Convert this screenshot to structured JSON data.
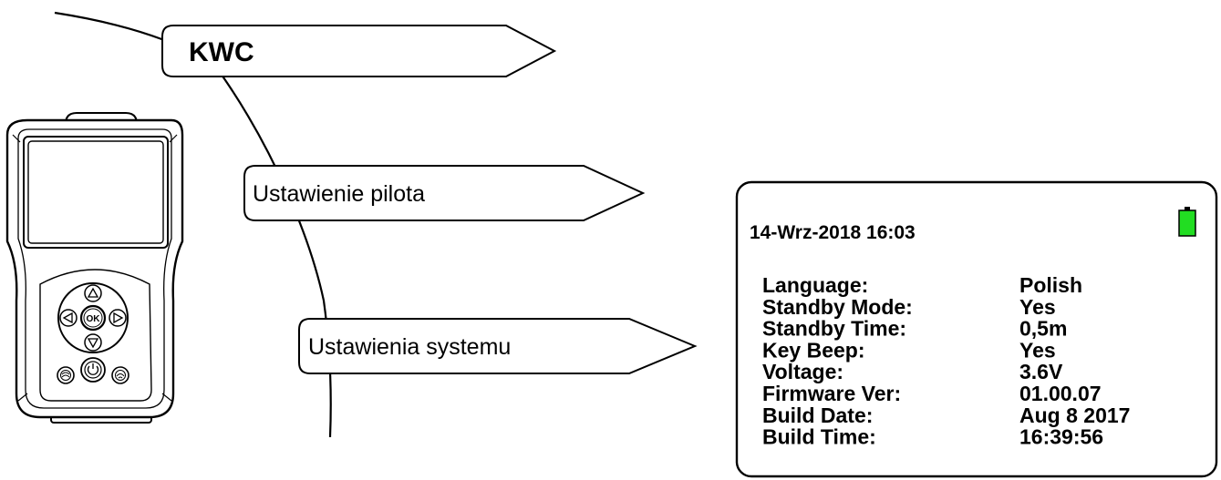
{
  "menu": {
    "title": "KWC",
    "items": [
      {
        "label": "Ustawienie pilota"
      },
      {
        "label": "Ustawienia systemu"
      }
    ]
  },
  "device": {
    "ok_label": "OK"
  },
  "screen": {
    "datetime": "14-Wrz-2018 16:03",
    "battery_color": "#22dd22",
    "rows": [
      {
        "label": "Language:",
        "value": "Polish"
      },
      {
        "label": "Standby Mode:",
        "value": "Yes"
      },
      {
        "label": "Standby Time:",
        "value": "0,5m"
      },
      {
        "label": "Key Beep:",
        "value": "Yes"
      },
      {
        "label": "Voltage:",
        "value": "3.6V"
      },
      {
        "label": "Firmware Ver:",
        "value": "01.00.07"
      },
      {
        "label": "Build Date:",
        "value": "Aug 8 2017"
      },
      {
        "label": "Build Time:",
        "value": "16:39:56"
      }
    ]
  }
}
